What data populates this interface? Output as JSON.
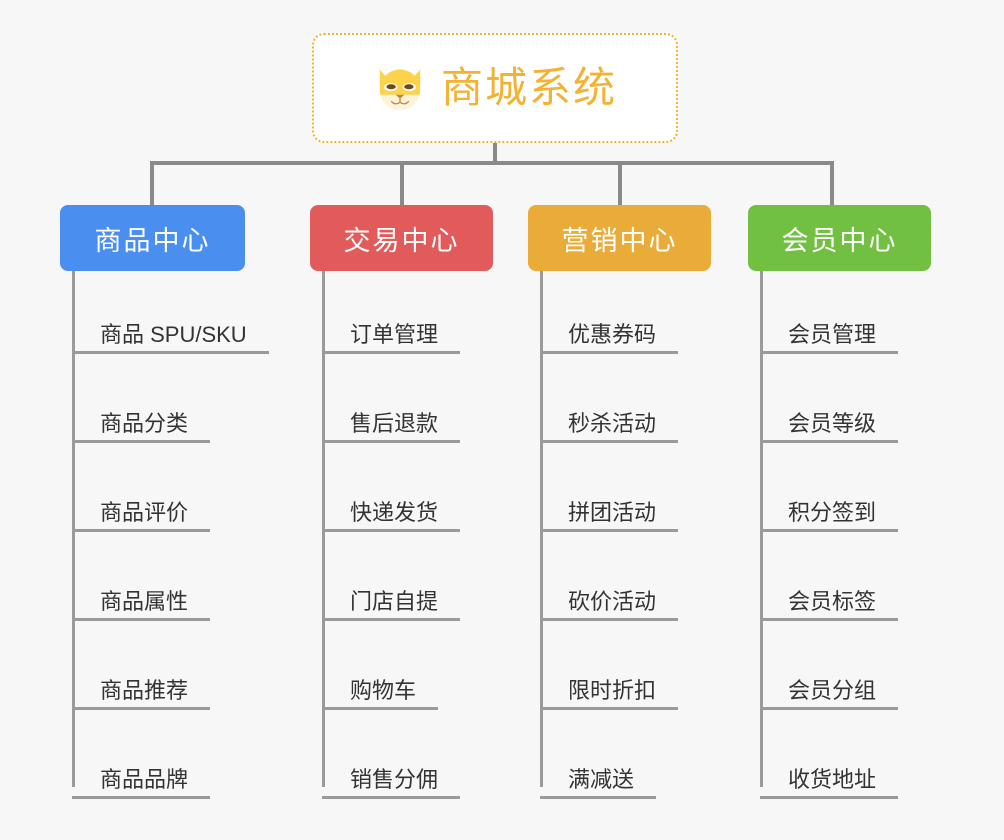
{
  "root": {
    "title": "商城系统",
    "icon": "dog-face-icon",
    "border_color": "#f0b429",
    "text_color": "#f2b233"
  },
  "connector_color": "#8a8a8a",
  "background_color": "#f7f7f7",
  "branches": [
    {
      "id": "product-center",
      "label": "商品中心",
      "color": "#4a8ef0",
      "items": [
        "商品 SPU/SKU",
        "商品分类",
        "商品评价",
        "商品属性",
        "商品推荐",
        "商品品牌"
      ]
    },
    {
      "id": "trade-center",
      "label": "交易中心",
      "color": "#e15b5b",
      "items": [
        "订单管理",
        "售后退款",
        "快递发货",
        "门店自提",
        "购物车",
        "销售分佣"
      ]
    },
    {
      "id": "marketing-center",
      "label": "营销中心",
      "color": "#eaac38",
      "items": [
        "优惠券码",
        "秒杀活动",
        "拼团活动",
        "砍价活动",
        "限时折扣",
        "满减送"
      ]
    },
    {
      "id": "member-center",
      "label": "会员中心",
      "color": "#72c042",
      "items": [
        "会员管理",
        "会员等级",
        "积分签到",
        "会员标签",
        "会员分组",
        "收货地址"
      ]
    }
  ]
}
